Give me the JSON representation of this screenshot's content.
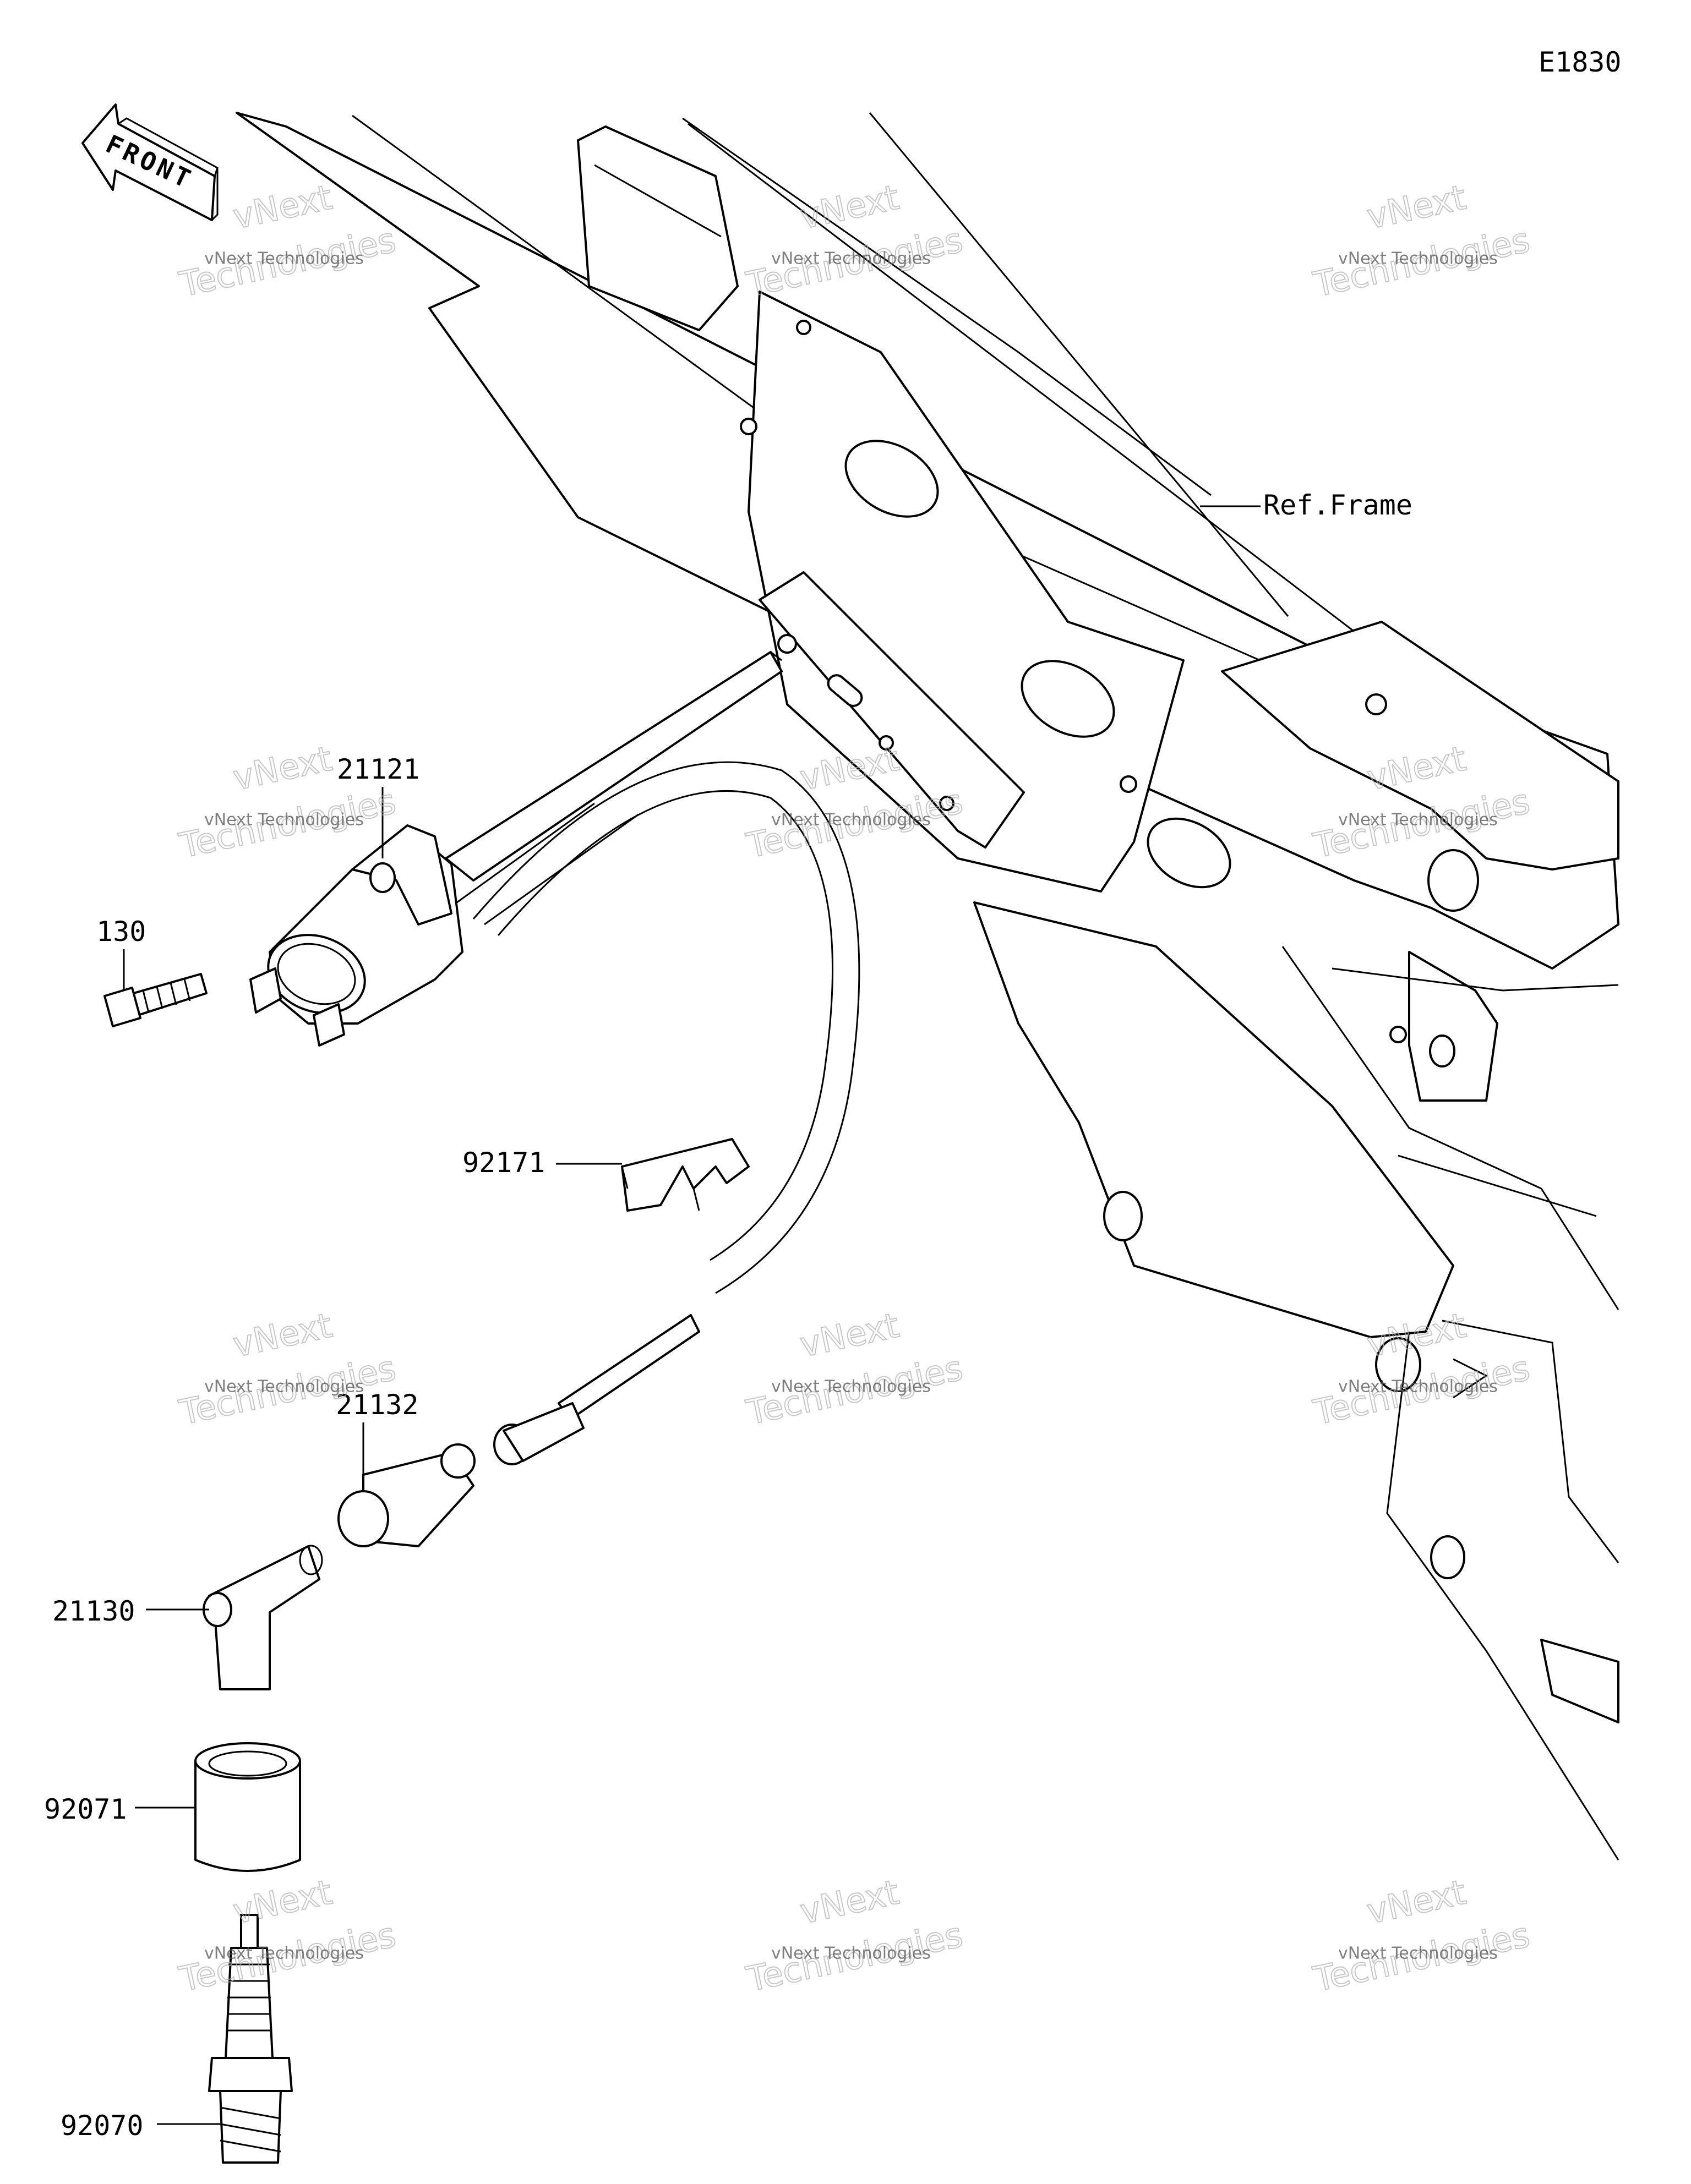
{
  "diagram_code": "E1830",
  "front_arrow_label": "FRONT",
  "reference_label": "Ref.Frame",
  "callouts": [
    {
      "id": "21121",
      "text": "21121"
    },
    {
      "id": "130",
      "text": "130"
    },
    {
      "id": "92171",
      "text": "92171"
    },
    {
      "id": "21132",
      "text": "21132"
    },
    {
      "id": "21130",
      "text": "21130"
    },
    {
      "id": "92071",
      "text": "92071"
    },
    {
      "id": "92070",
      "text": "92070"
    }
  ],
  "watermark": {
    "brand_line": "vNext Technologies",
    "big_line_1": "vNext",
    "big_line_2": "Technologies"
  }
}
